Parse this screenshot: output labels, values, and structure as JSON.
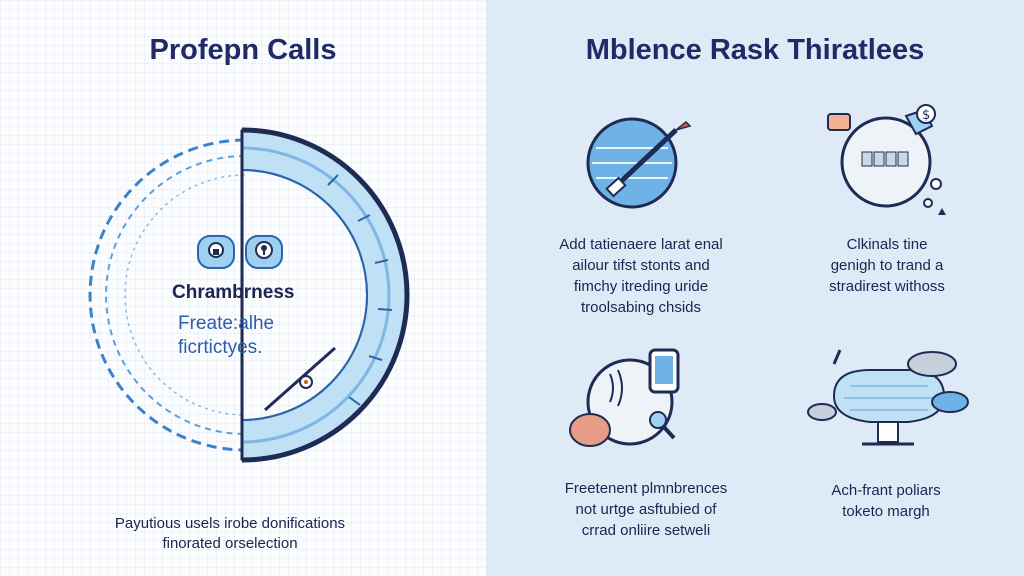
{
  "left": {
    "title": "Profepn Calls",
    "callout": {
      "heading": "Chrambrness",
      "sub_lines": [
        "Freate:alhe",
        "ficrtictyes."
      ]
    },
    "caption_lines": [
      "Payutious usels irobe donifications",
      "finorated orselection"
    ]
  },
  "right": {
    "title": "Mblence Rask Thiratlees",
    "items": [
      {
        "icon": "globe-pen-icon",
        "caption_lines": [
          "Add tatienaere larat enal",
          "ailour tifst stonts and",
          "fimchy itreding uride",
          "troolsabing chsids"
        ]
      },
      {
        "icon": "money-sign-circle-icon",
        "caption_lines": [
          "Clkinals tine",
          "genigh to trand a",
          "stradirest withoss"
        ]
      },
      {
        "icon": "phone-brain-magnifier-icon",
        "caption_lines": [
          "Freetenent plmnbrences",
          "not urtge asftubied of",
          "crrad onliire setweli"
        ]
      },
      {
        "icon": "cloud-funnel-icon",
        "caption_lines": [
          "Ach-frant poliars",
          "toketo margh"
        ]
      }
    ]
  },
  "colors": {
    "title_navy": "#1f2a66",
    "accent_blue": "#3b83c8",
    "light_blue": "#bfe0f5",
    "panel_blue": "#dfeaf7"
  }
}
